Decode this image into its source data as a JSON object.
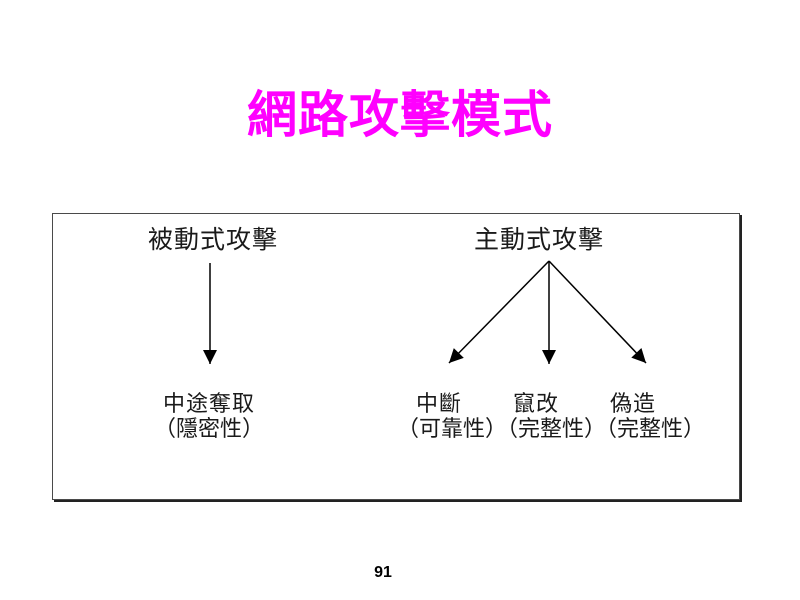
{
  "slide": {
    "title": "網路攻擊模式",
    "title_color": "#FF00FF",
    "page_number": "91",
    "background_color": "#FFFFFF",
    "arrow_color": "#000000"
  },
  "diagram": {
    "passive": {
      "label": "被動式攻擊",
      "result": "中途奪取",
      "property": "（隱密性）"
    },
    "active": {
      "label": "主動式攻擊",
      "results": [
        {
          "name": "中斷",
          "property": "（可靠性）"
        },
        {
          "name": "竄改",
          "property": "（完整性）"
        },
        {
          "name": "偽造",
          "property": "（完整性）"
        }
      ]
    }
  }
}
